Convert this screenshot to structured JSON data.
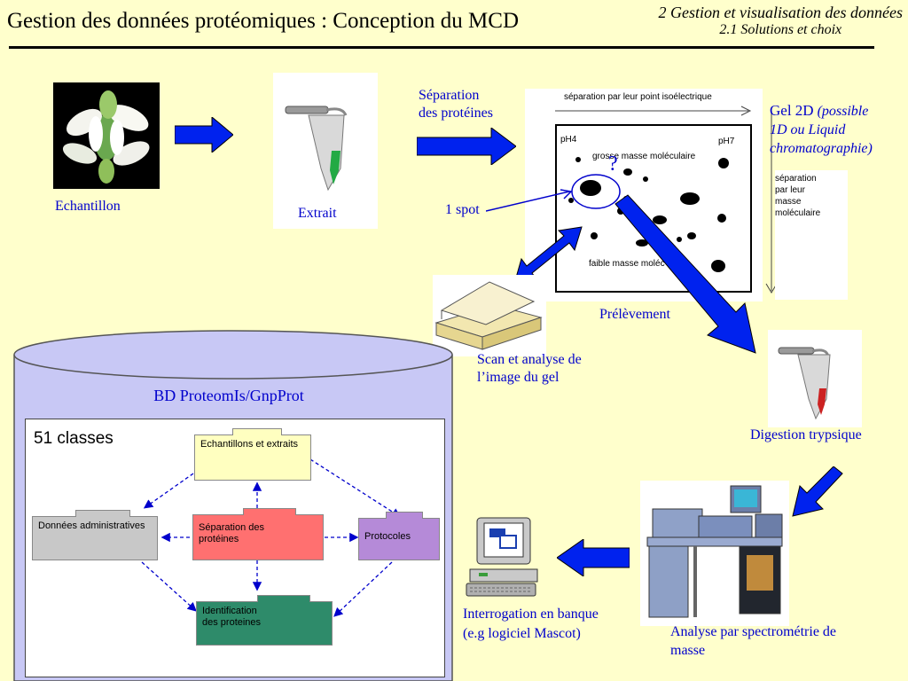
{
  "header": {
    "title": "Gestion  des données protéomiques : Conception du MCD",
    "section_line1": "2 Gestion et visualisation des données",
    "section_line2": "2.1 Solutions et choix"
  },
  "workflow": {
    "echantillon": "Echantillon",
    "extrait": "Extrait",
    "separation_line1": "Séparation",
    "separation_line2": "des protéines",
    "gel_title": "Gel 2D",
    "gel_italic_line1": "(possible",
    "gel_italic_line2": "1D ou Liquid",
    "gel_italic_line3": "chromatographie)",
    "gel_top_label": "séparation par leur point isoélectrique",
    "ph_left": "pH4",
    "ph_right": "pH7",
    "mass_high": "grosse masse moléculaire",
    "mass_low": "faible masse moléc",
    "side_line1": "séparation",
    "side_line2": "par leur",
    "side_line3": "masse",
    "side_line4": "moléculaire",
    "spot": "1 spot",
    "question": "?",
    "prelevement": "Prélèvement",
    "scan_line1": "Scan et analyse de",
    "scan_line2": "l’image du gel",
    "digestion": "Digestion trypsique",
    "spectro_line1": "Analyse par spectrométrie de",
    "spectro_line2": "masse",
    "interro_line1": "Interrogation en banque",
    "interro_line2": "(e.g logiciel Mascot)"
  },
  "database": {
    "title": "BD ProteomIs/GnpProt",
    "classes": "51 classes",
    "boxes": {
      "echantillons": "Echantillons et extraits",
      "admin": "Données administratives",
      "separation_line1": "Séparation des",
      "separation_line2": "protéines",
      "protocoles": "Protocoles",
      "identification_line1": "Identification",
      "identification_line2": "des proteines"
    }
  },
  "colors": {
    "background": "#ffffcc",
    "arrow_blue": "#0022ee",
    "cylinder": "#c8c8f5",
    "box_yellow": "#ffffc0",
    "box_gray": "#c8c8c8",
    "box_red": "#ff7070",
    "box_purple": "#b58ad8",
    "box_green": "#2e8b6a"
  }
}
